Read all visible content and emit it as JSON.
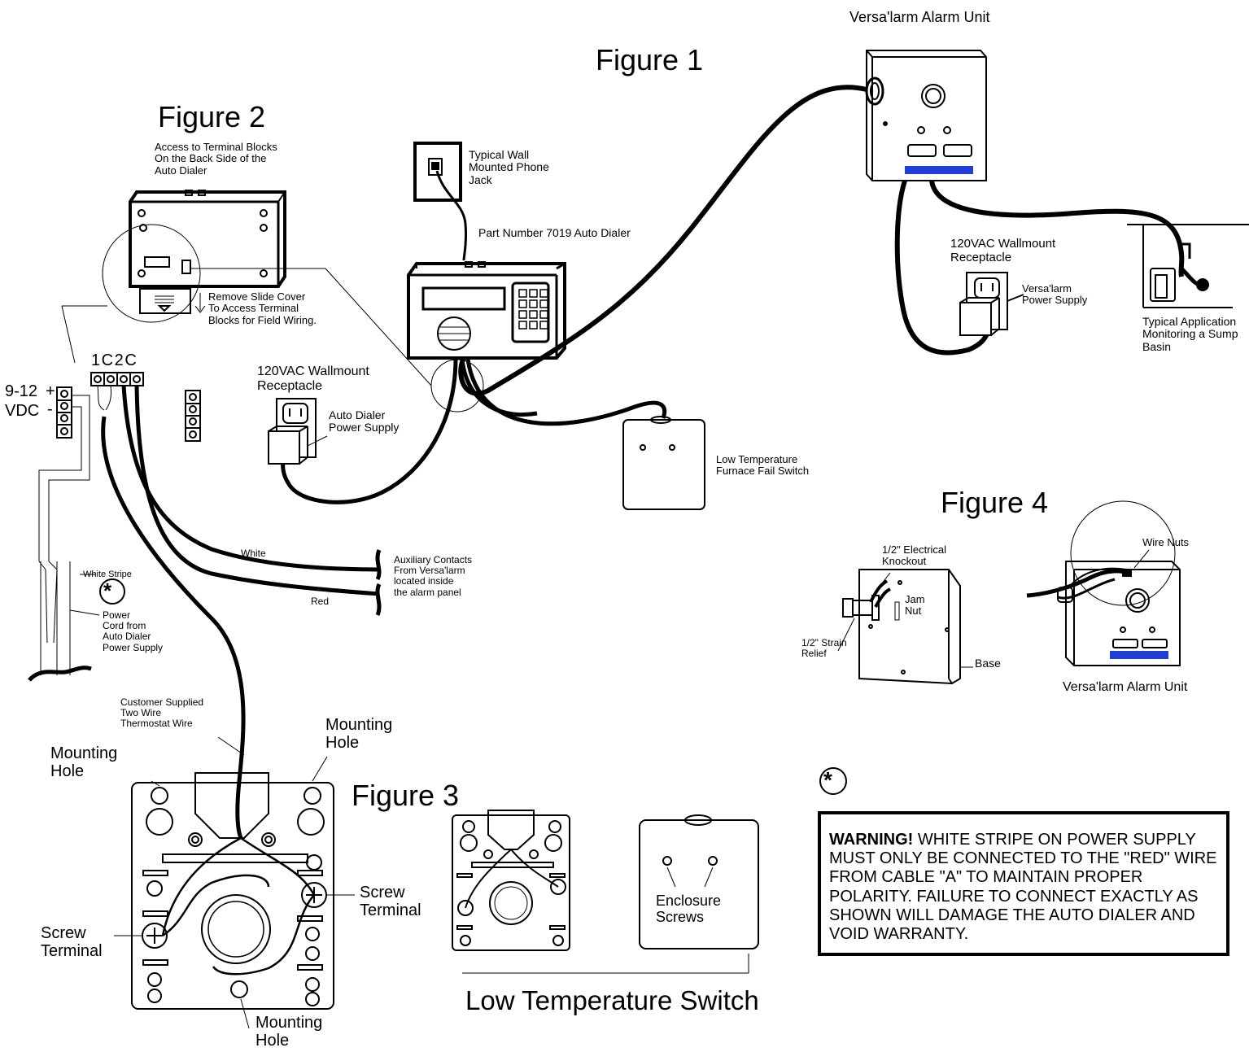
{
  "figures": {
    "figure1": "Figure 1",
    "figure2": "Figure 2",
    "figure3": "Figure 3",
    "figure4": "Figure 4"
  },
  "figure1": {
    "alarm_unit_title": "Versa'larm Alarm Unit",
    "phone_jack": "Typical Wall\nMounted Phone\nJack",
    "auto_dialer": "Part Number 7019 Auto Dialer",
    "receptacle_left": "120VAC Wallmount\nReceptacle",
    "auto_dialer_power": "Auto Dialer\nPower Supply",
    "low_temp_switch": "Low Temperature\nFurnace Fail Switch",
    "receptacle_right": "120VAC Wallmount\nReceptacle",
    "versalarm_power": "Versa'larm\nPower Supply",
    "sump_application": "Typical Application\nMonitoring a Sump\nBasin"
  },
  "figure2": {
    "access_note": "Access to Terminal Blocks\nOn the Back Side of the\nAuto Dialer",
    "slide_cover": "Remove Slide Cover\nTo Access Terminal\nBlocks for Field Wiring.",
    "terminals": "1 C 2 C",
    "voltage_top": "9-12",
    "voltage_bottom": "VDC",
    "plus": "+",
    "minus": "-",
    "white_wire": "White",
    "red_wire": "Red",
    "aux_contacts": "Auxiliary Contacts\nFrom Versa'larm\nlocated inside\nthe alarm panel",
    "white_stripe": "White Stripe",
    "power_cord": "Power\nCord from\nAuto Dialer\nPower Supply",
    "asterisk": "*"
  },
  "figure3": {
    "customer_wire": "Customer Supplied\nTwo Wire\nThermostat Wire",
    "mounting_hole_left": "Mounting\nHole",
    "mounting_hole_right": "Mounting\nHole",
    "mounting_hole_bottom": "Mounting\nHole",
    "screw_terminal_left": "Screw\nTerminal",
    "screw_terminal_right": "Screw\nTerminal",
    "enclosure_screws": "Enclosure\nScrews",
    "caption": "Low Temperature Switch"
  },
  "figure4": {
    "electrical_knockout": "1/2\" Electrical\nKnockout",
    "jam_nut": "Jam\nNut",
    "strain_relief": "1/2\" Strain\nRelief",
    "base": "Base",
    "wire_nuts": "Wire Nuts",
    "alarm_unit": "Versa'larm Alarm Unit"
  },
  "warning": {
    "asterisk": "*",
    "heading": "WARNING!",
    "body": "  WHITE STRIPE ON POWER SUPPLY MUST ONLY BE CONNECTED TO THE \"RED\" WIRE FROM CABLE \"A\" TO MAINTAIN PROPER POLARITY.  FAILURE TO CONNECT EXACTLY AS SHOWN WILL DAMAGE THE AUTO DIALER AND VOID WARRANTY."
  },
  "colors": {
    "ink": "#000000",
    "paper": "#ffffff",
    "brand_stripe": "#1f3fd6"
  }
}
